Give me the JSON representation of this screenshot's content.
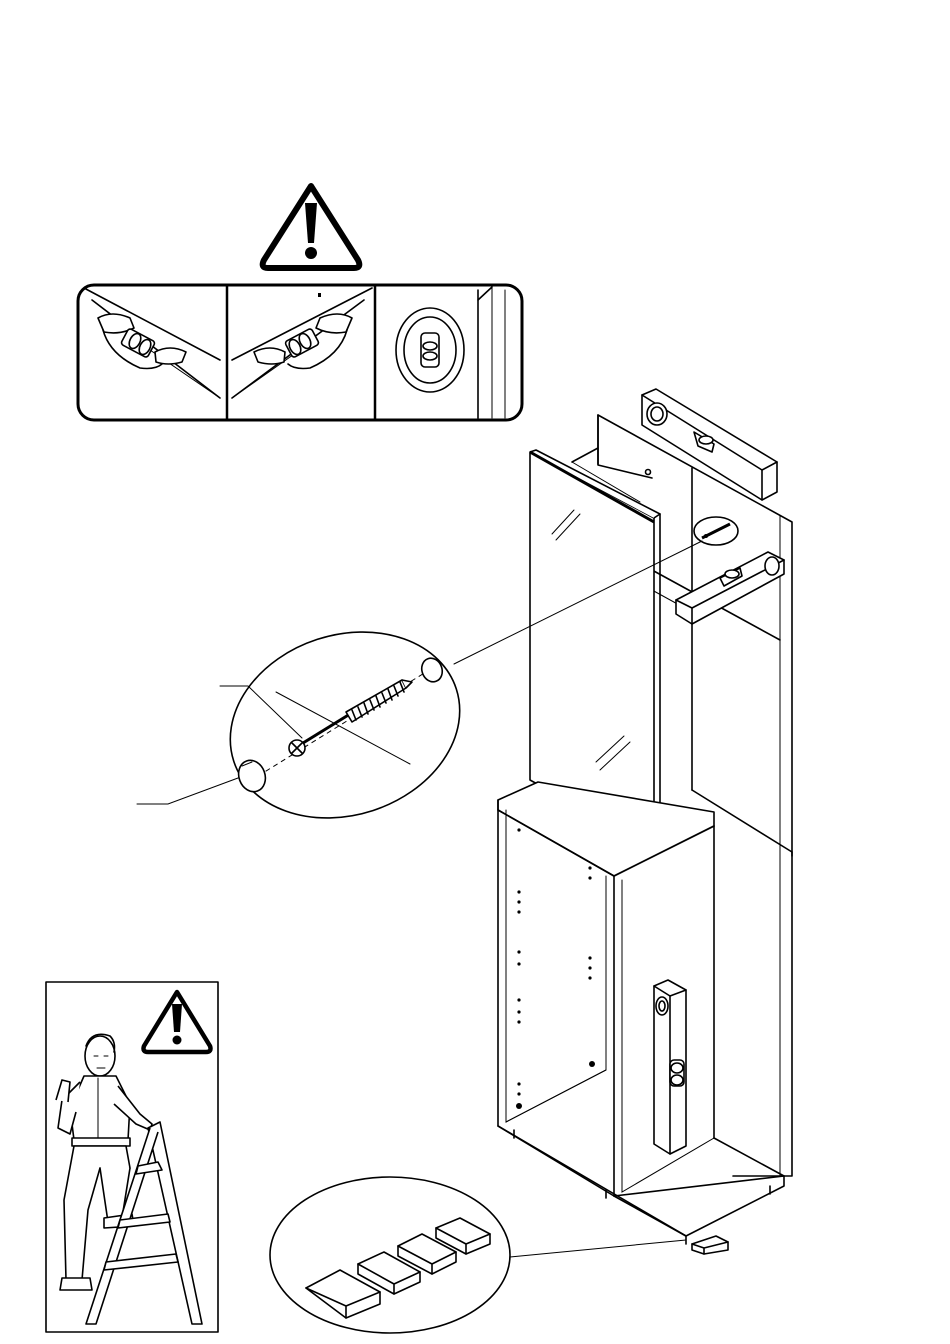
{
  "page": {
    "background": "#ffffff",
    "line_color": "#000000"
  },
  "icons": {
    "warning_top": "warning-triangle-icon",
    "warning_side": "warning-triangle-icon",
    "spirit_level": "spirit-level-icon",
    "screw": "wood-screw-icon",
    "cover_cap": "cover-cap-icon",
    "wedges": "leveling-wedge-icon",
    "person": "person-on-step-ladder-icon"
  },
  "panels": {
    "level_checks": [
      "left-level-check",
      "right-level-check",
      "vertical-level-check"
    ],
    "screw_detail": "screw-and-cap-detail",
    "wedge_detail": "leveling-wedges-detail",
    "safety_figure": "safety-figure"
  }
}
